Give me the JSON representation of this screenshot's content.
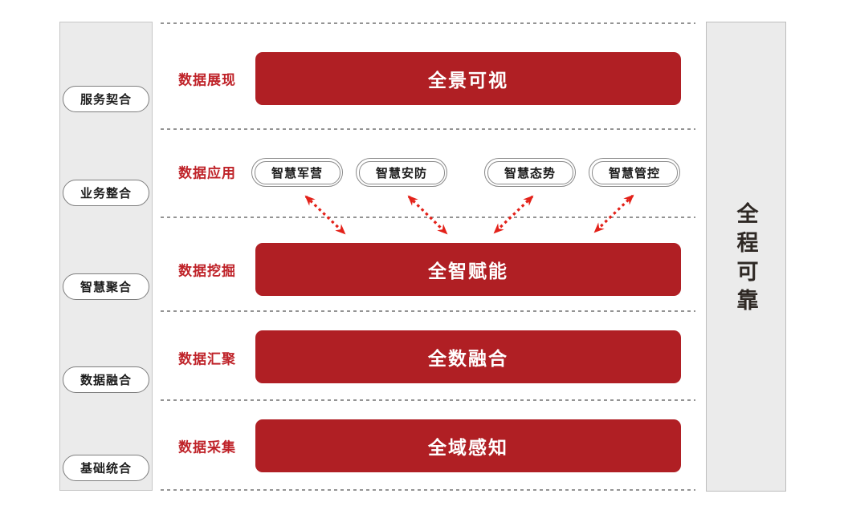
{
  "diagram": {
    "left_column": {
      "items": [
        "服务契合",
        "业务整合",
        "智慧聚合",
        "数据融合",
        "基础统合"
      ]
    },
    "right_column": {
      "label": "全程可靠"
    },
    "layers": [
      {
        "type": "bar",
        "label": "数据展现",
        "content": "全景可视"
      },
      {
        "type": "pills",
        "label": "数据应用",
        "pills": [
          "智慧军营",
          "智慧安防",
          "智慧态势",
          "智慧管控"
        ]
      },
      {
        "type": "bar",
        "label": "数据挖掘",
        "content": "全智赋能"
      },
      {
        "type": "bar",
        "label": "数据汇聚",
        "content": "全数融合"
      },
      {
        "type": "bar",
        "label": "数据采集",
        "content": "全域感知"
      }
    ],
    "connections": {
      "description": "double-headed dashed arrows between application pills and mining bar",
      "count": 4
    },
    "colors": {
      "bar_red": "#b01f24",
      "label_red": "#bf2329",
      "arrow_red": "#e32119",
      "sidebar_bg": "#ebebeb",
      "dotted_line": "#949494"
    }
  }
}
